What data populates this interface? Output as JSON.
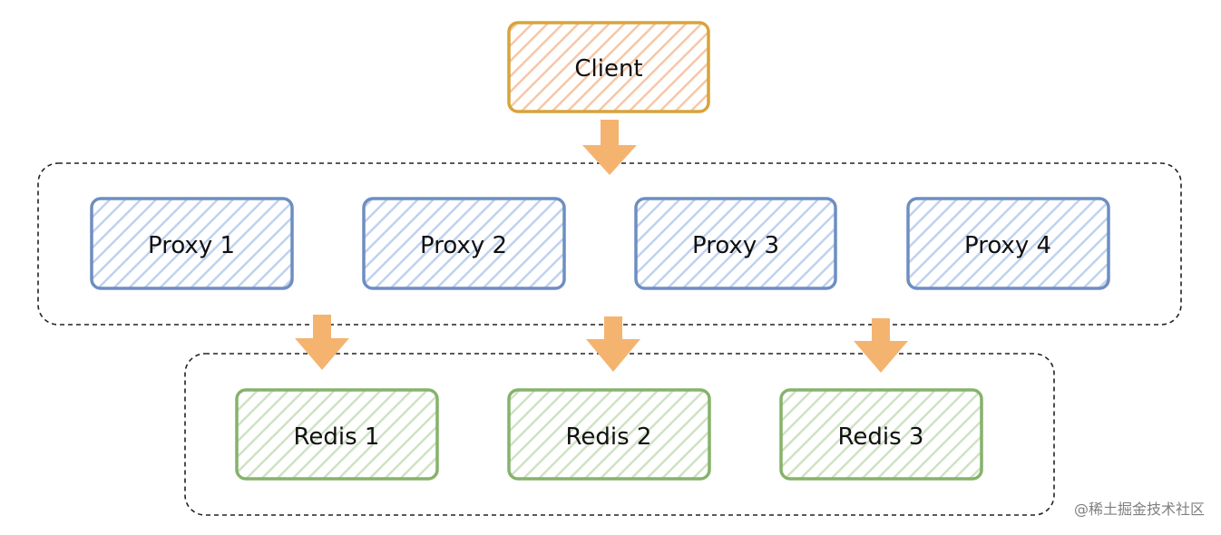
{
  "diagram": {
    "client": {
      "label": "Client"
    },
    "proxies": [
      {
        "label": "Proxy 1"
      },
      {
        "label": "Proxy 2"
      },
      {
        "label": "Proxy 3"
      },
      {
        "label": "Proxy 4"
      }
    ],
    "redis": [
      {
        "label": "Redis 1"
      },
      {
        "label": "Redis 2"
      },
      {
        "label": "Redis 3"
      }
    ]
  },
  "colors": {
    "client_stroke": "#d7a43a",
    "client_hatch": "#f6c7a7",
    "proxy_stroke": "#6e8ec1",
    "proxy_hatch": "#bfd2f0",
    "redis_stroke": "#86b26b",
    "redis_hatch": "#cfe2c4",
    "arrow": "#f4b470",
    "dashed_border": "#222222"
  },
  "watermark": "@稀土掘金技术社区"
}
